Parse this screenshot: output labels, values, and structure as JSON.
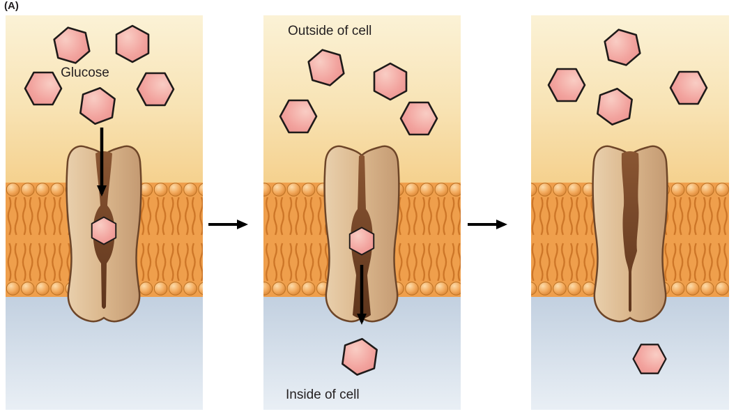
{
  "figure": {
    "label": "(A)",
    "glucose_label": "Glucose",
    "outside_label": "Outside of cell",
    "inside_label": "Inside of cell"
  },
  "molecule": {
    "name": "glucose",
    "shape": "hexagon"
  },
  "colors": {
    "extracellular_top": "#fbf2d6",
    "extracellular_bottom": "#f5d18e",
    "membrane_base": "#ef9f4c",
    "lipid_head": "#f3ab5e",
    "lipid_head_edge": "#b96f22",
    "lipid_tail": "#cc7527",
    "intracellular_top": "#c2d0e0",
    "intracellular_bottom": "#e9eff5",
    "protein_light": "#e9d0ad",
    "protein_dark": "#c49a72",
    "protein_outline": "#6d4528",
    "channel_dark": "#5e351c",
    "glucose_fill": "#f2a39e",
    "glucose_edge": "#1e1a19",
    "arrow": "#000000"
  }
}
